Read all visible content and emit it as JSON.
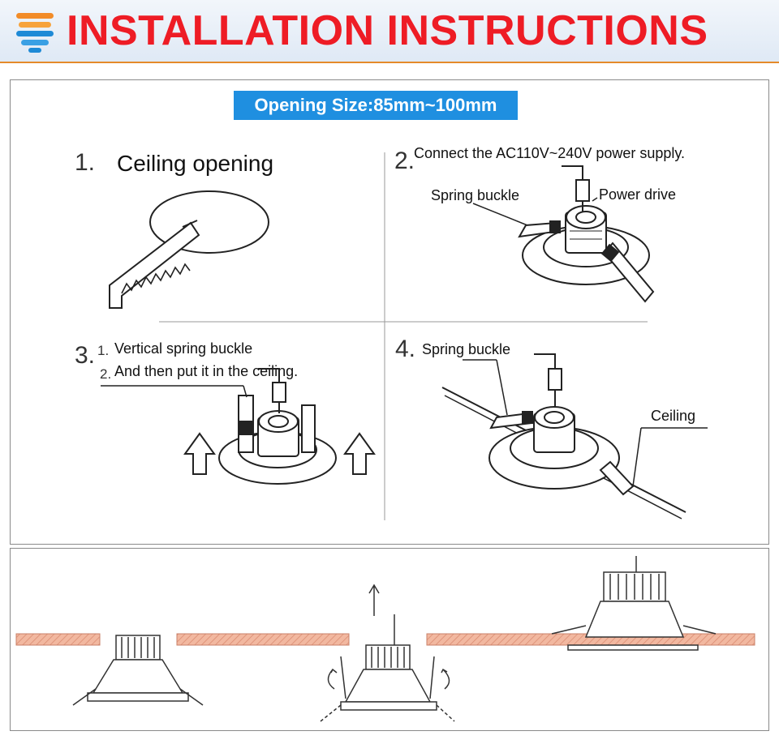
{
  "header": {
    "title": "INSTALLATION INSTRUCTIONS"
  },
  "opening_size": "Opening Size:85mm~100mm",
  "steps": [
    {
      "number": "1.",
      "label": "Ceiling opening"
    },
    {
      "number": "2.",
      "label": "Connect the AC110V~240V power supply.",
      "callouts": [
        "Spring buckle",
        "Power drive"
      ]
    },
    {
      "number": "3.",
      "sub_numbers": [
        "1.",
        "2."
      ],
      "lines": [
        "Vertical spring buckle",
        "And then put it in the ceiling."
      ]
    },
    {
      "number": "4.",
      "label": "Spring buckle",
      "callouts": [
        "Ceiling"
      ]
    }
  ],
  "colors": {
    "title_red": "#ee1c25",
    "banner_blue": "#1f8fe0",
    "header_rule": "#e58a2a",
    "ceiling_board": "#f2b8a0"
  }
}
